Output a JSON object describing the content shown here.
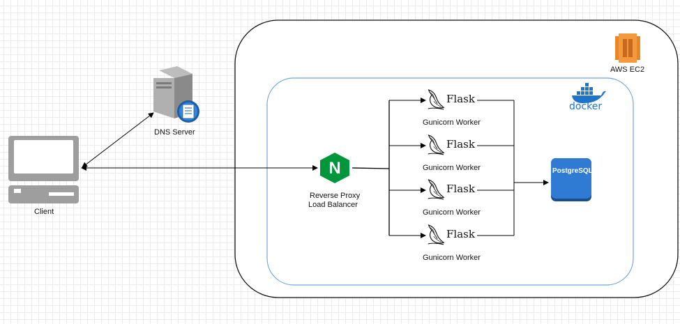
{
  "nodes": {
    "client": "Client",
    "dns": "DNS Server",
    "proxy_line1": "Reverse Proxy",
    "proxy_line2": "Load Balancer",
    "ec2": "AWS EC2",
    "docker": "docker",
    "db": "PostgreSQL",
    "nginx_letter": "N",
    "flask": "Flask",
    "workers": [
      "Gunicorn Worker",
      "Gunicorn Worker",
      "Gunicorn Worker",
      "Gunicorn Worker"
    ]
  },
  "colors": {
    "ec2_orange": "#e8872a",
    "nginx_green": "#00963c",
    "docker_blue": "#1d74c9",
    "postgres_blue": "#2f7bd3",
    "container_border": "#6fa8dc"
  },
  "icons": {
    "client": "desktop-computer-icon",
    "dns": "server-icon",
    "nginx": "nginx-icon",
    "flask": "flask-icon",
    "ec2": "aws-ec2-icon",
    "docker": "docker-icon",
    "db": "database-icon"
  }
}
